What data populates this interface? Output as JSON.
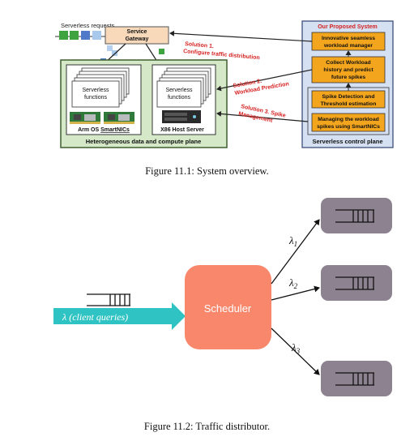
{
  "figure1": {
    "requests_label": "Serverless requests",
    "gateway_line1": "Service",
    "gateway_line2": "Gateway",
    "solution1_line1": "Solution 1.",
    "solution1_line2": "Configure traffic distribution",
    "solution2_line1": "Solution 2.",
    "solution2_line2": "Workload Prediction",
    "solution3_line1": "Solution 3. Spike",
    "solution3_line2": "Management",
    "func_line1": "Serverless",
    "func_line2": "functions",
    "arm_label_a": "Arm OS ",
    "arm_label_b": "SmartNICs",
    "x86_label": "X86 Host Server",
    "plane_label": "Heterogeneous data and compute plane",
    "proposed_title": "Our Proposed System",
    "box1_line1": "Innovative seamless",
    "box1_line2": "workload manager",
    "box2_line1": "Collect Workload",
    "box2_line2": "history and predict",
    "box2_line3": "future spikes",
    "box3_line1": "Spike Detection and",
    "box3_line2": "Threshold estimation",
    "box4_line1": "Managing the workload",
    "box4_line2": "spikes using SmartNICs",
    "control_label": "Serverless control plane",
    "caption": "Figure 11.1: System overview."
  },
  "figure2": {
    "input_label": "λ (client queries)",
    "scheduler_label": "Scheduler",
    "lambda1": "λ",
    "lambda1_sub": "1",
    "lambda2": "λ",
    "lambda2_sub": "2",
    "lambda3": "λ",
    "lambda3_sub": "3",
    "caption": "Figure 11.2: Traffic distributor."
  },
  "colors": {
    "green_panel": "#d5e9c8",
    "green_border": "#3f5f2f",
    "blue_panel": "#d5e1f2",
    "orange_box": "#f3a51d",
    "gateway_fill": "#f8d9ba",
    "solution_red": "#d52020",
    "scheduler": "#f8876c",
    "server_gray": "#8d8290",
    "input_arrow": "#30c3c3"
  }
}
